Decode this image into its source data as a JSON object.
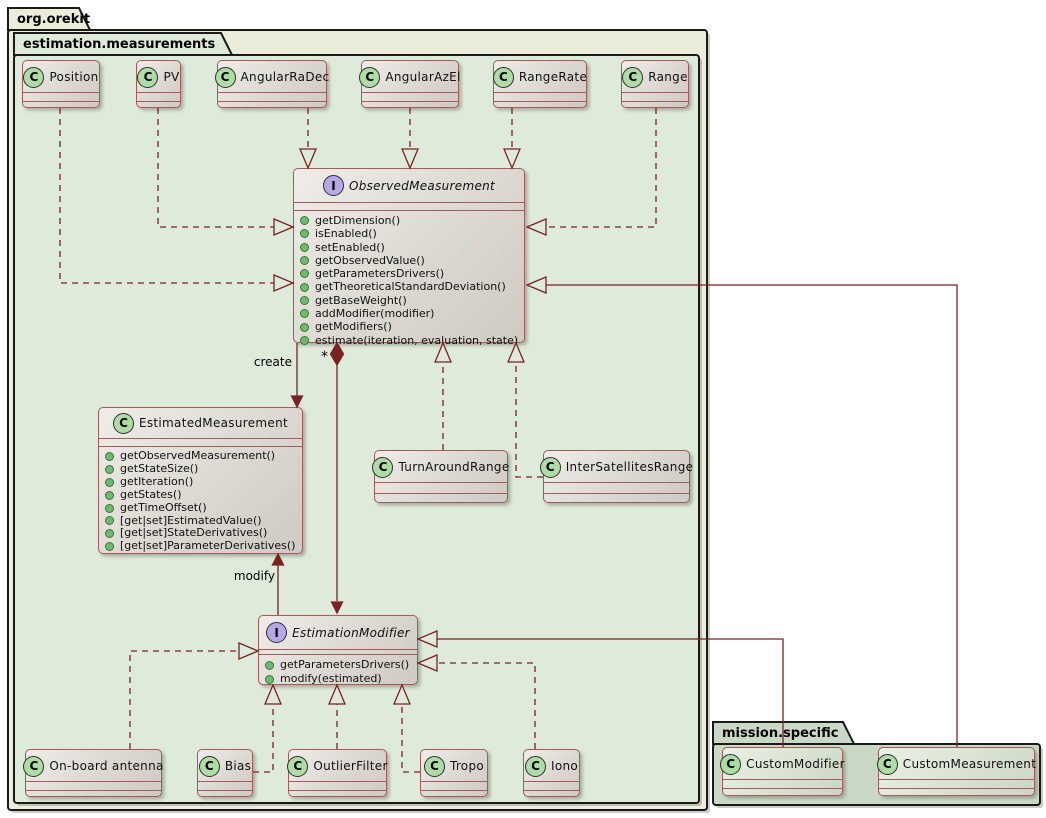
{
  "packages": {
    "orekit": "org.orekit",
    "measurements": "estimation.measurements",
    "mission": "mission.specific"
  },
  "icons": {
    "class_letter": "C",
    "interface_letter": "I",
    "method_bullet": "green-dot"
  },
  "colors": {
    "line": "#7A2222",
    "box_border": "#A45B5B",
    "class_icon_fill": "#ADDCA5",
    "interface_icon_fill": "#B6A8E6",
    "orekit_package_fill": "#ECECDB",
    "measurements_package_fill": "#DFEBDA",
    "mission_package_fill": "#C9D9C6"
  },
  "nodes": {
    "position": {
      "name": "Position"
    },
    "pv": {
      "name": "PV"
    },
    "angular_ra_dec": {
      "name": "AngularRaDec"
    },
    "angular_az_el": {
      "name": "AngularAzEl"
    },
    "range_rate": {
      "name": "RangeRate"
    },
    "range": {
      "name": "Range"
    },
    "observed_measurement": {
      "name": "ObservedMeasurement",
      "methods": [
        "getDimension()",
        "isEnabled()",
        "setEnabled()",
        "getObservedValue()",
        "getParametersDrivers()",
        "getTheoreticalStandardDeviation()",
        "getBaseWeight()",
        "addModifier(modifier)",
        "getModifiers()",
        "estimate(iteration, evaluation, state)"
      ]
    },
    "estimated_measurement": {
      "name": "EstimatedMeasurement",
      "methods": [
        "getObservedMeasurement()",
        "getStateSize()",
        "getIteration()",
        "getStates()",
        "getTimeOffset()",
        "[get|set]EstimatedValue()",
        "[get|set]StateDerivatives()",
        "[get|set]ParameterDerivatives()"
      ]
    },
    "turn_around_range": {
      "name": "TurnAroundRange"
    },
    "inter_satellites_range": {
      "name": "InterSatellitesRange"
    },
    "estimation_modifier": {
      "name": "EstimationModifier",
      "methods": [
        "getParametersDrivers()",
        "modify(estimated)"
      ]
    },
    "onboard_antenna": {
      "name": "On-board antenna"
    },
    "bias": {
      "name": "Bias"
    },
    "outlier_filter": {
      "name": "OutlierFilter"
    },
    "tropo": {
      "name": "Tropo"
    },
    "iono": {
      "name": "Iono"
    },
    "custom_modifier": {
      "name": "CustomModifier"
    },
    "custom_measurement": {
      "name": "CustomMeasurement"
    }
  },
  "edge_labels": {
    "create": "create",
    "modify": "modify",
    "modifiers_multiplicity": "*"
  }
}
